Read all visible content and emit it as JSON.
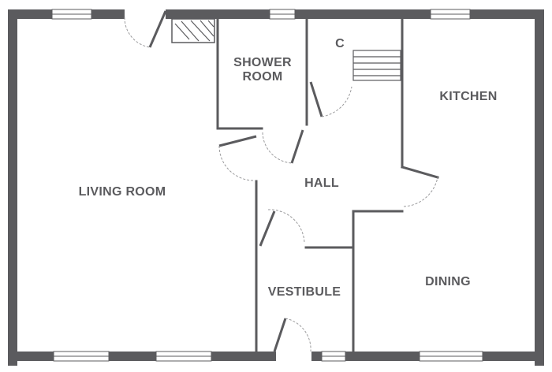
{
  "floorplan": {
    "rooms": {
      "living_room": "LIVING ROOM",
      "shower_room_line1": "SHOWER",
      "shower_room_line2": "ROOM",
      "cupboard": "C",
      "kitchen": "KITCHEN",
      "hall": "HALL",
      "vestibule": "VESTIBULE",
      "dining": "DINING"
    },
    "colors": {
      "wall": "#5b5b5e",
      "background": "#ffffff",
      "door_arc": "#9a9a9c"
    }
  }
}
